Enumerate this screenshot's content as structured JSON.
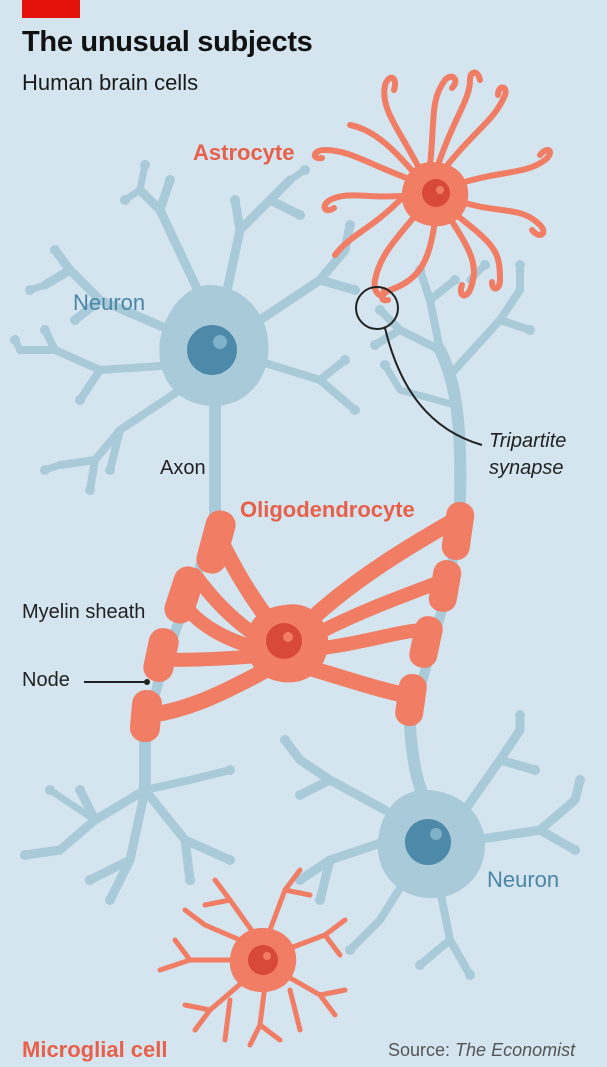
{
  "header": {
    "title": "The unusual subjects",
    "subtitle": "Human brain cells"
  },
  "labels": {
    "astrocyte": "Astrocyte",
    "neuron_top": "Neuron",
    "axon": "Axon",
    "oligodendrocyte": "Oligodendrocyte",
    "myelin_sheath": "Myelin sheath",
    "node": "Node",
    "neuron_bottom": "Neuron",
    "microglial_cell": "Microglial cell",
    "tripartite_line1": "Tripartite",
    "tripartite_line2": "synapse"
  },
  "source": {
    "prefix": "Source: ",
    "publication": "The Economist"
  },
  "colors": {
    "background": "#d4e5ef",
    "neuron": "#a9cad9",
    "neuron_nucleus": "#4d89a8",
    "red_cell": "#f07d64",
    "red_nucleus": "#d9493a",
    "brand_red": "#e3120b"
  }
}
